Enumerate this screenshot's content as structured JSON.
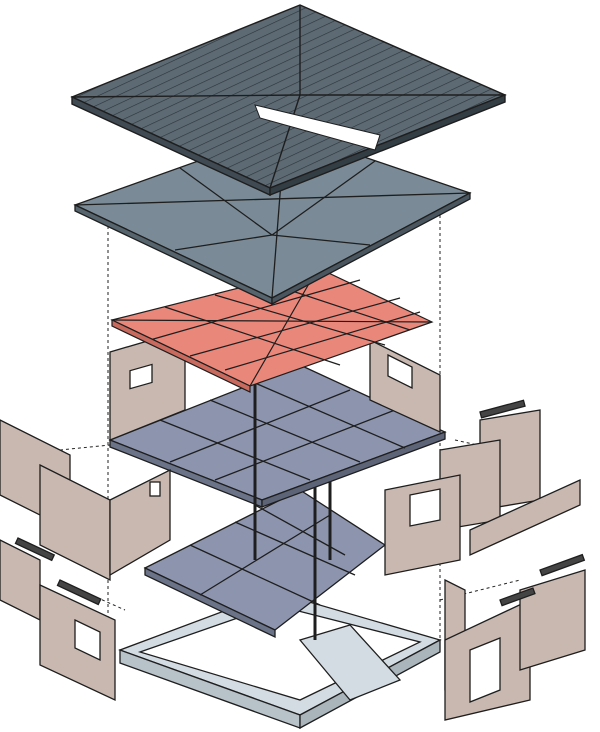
{
  "diagram": {
    "type": "exploded-axonometric-house",
    "colors": {
      "roof_top": "#5d6a73",
      "roof_sheathing": "#7a8b97",
      "trusses": "#e9877b",
      "walls": "#c8b8b0",
      "floors": "#8d95ae",
      "foundation": "#d3dce2",
      "outline": "#1e1e1e"
    },
    "layers": [
      "roof-cladding",
      "roof-sheathing",
      "roof-trusses",
      "upper-walls",
      "upper-floor",
      "lower-floor",
      "foundation"
    ]
  }
}
